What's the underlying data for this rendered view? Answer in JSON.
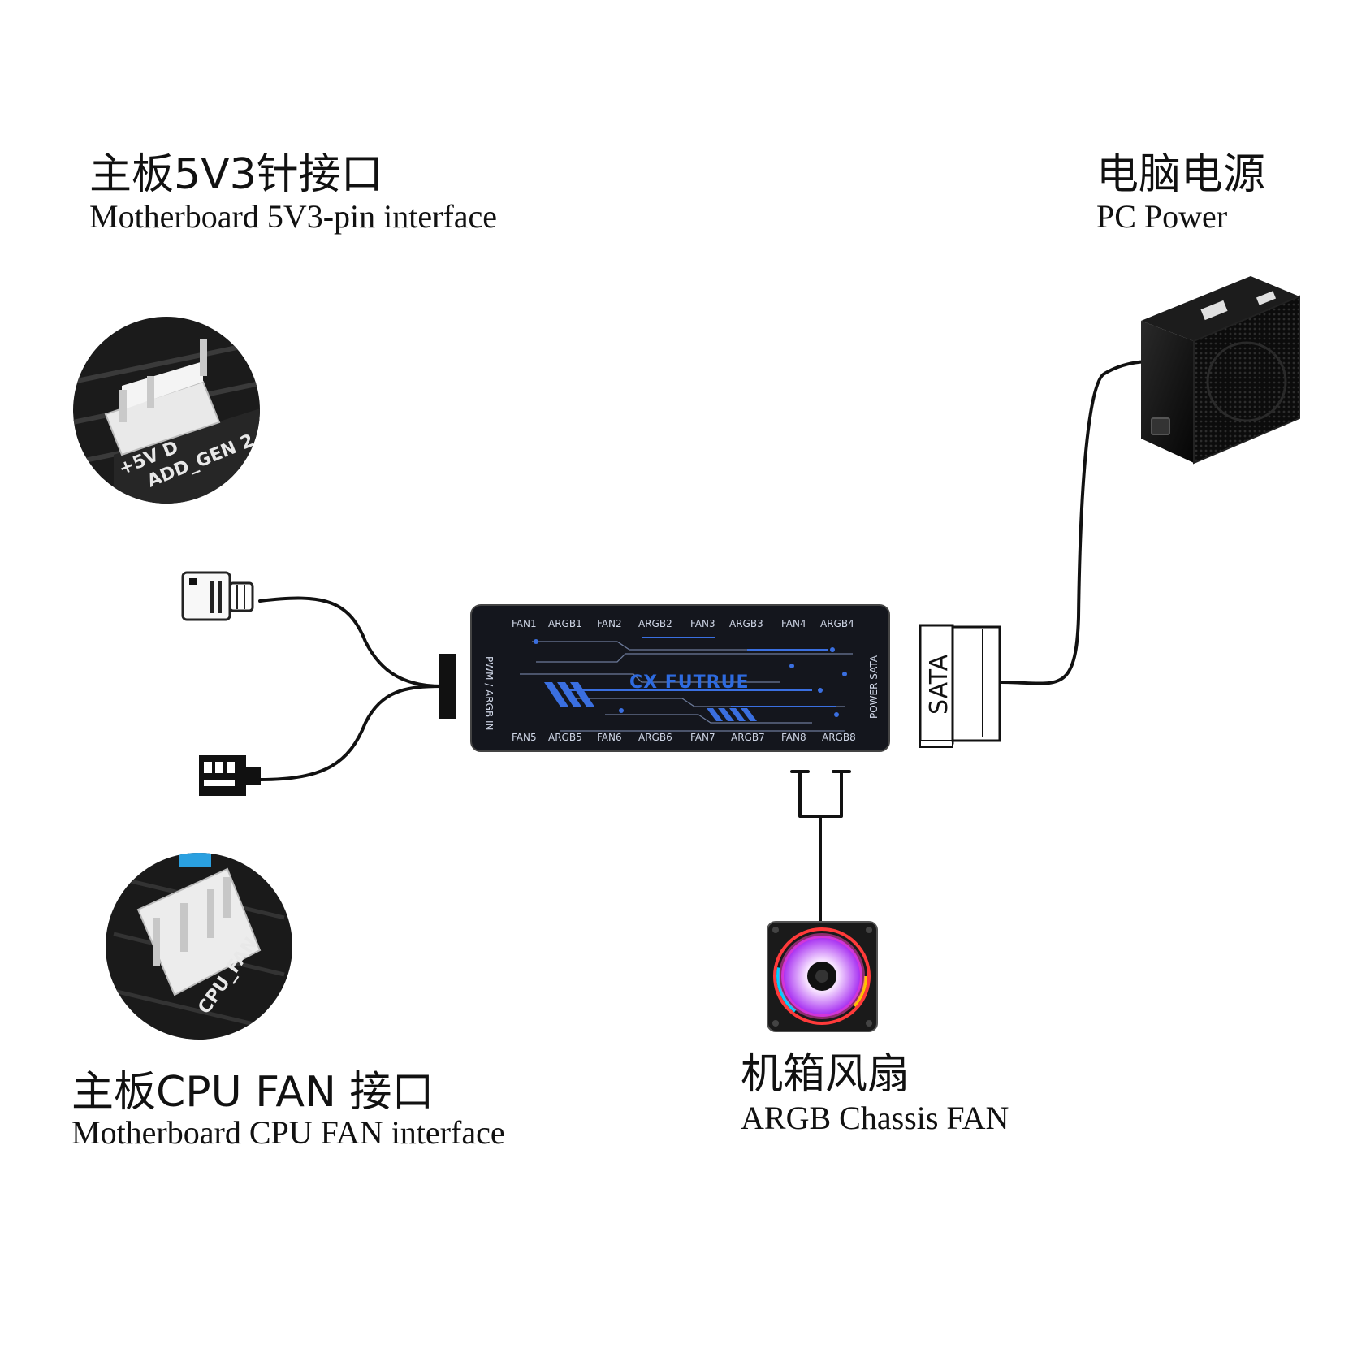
{
  "labels": {
    "mb_3pin_cn": "主板5V3针接口",
    "mb_3pin_en": "Motherboard 5V3-pin interface",
    "pc_power_cn": "电脑电源",
    "pc_power_en": "PC Power",
    "cpu_fan_cn": "主板CPU FAN 接口",
    "cpu_fan_en": "Motherboard CPU FAN interface",
    "chassis_fan_cn": "机箱风扇",
    "chassis_fan_en": "ARGB Chassis FAN"
  },
  "hub": {
    "logo": "CX FUTRUE",
    "left_side_label": "PWM / ARGB IN",
    "right_side_label": "POWER SATA",
    "top_ports": [
      "FAN1",
      "ARGB1",
      "FAN2",
      "ARGB2",
      "FAN3",
      "ARGB3",
      "FAN4",
      "ARGB4"
    ],
    "bottom_ports": [
      "FAN5",
      "ARGB5",
      "FAN6",
      "ARGB6",
      "FAN7",
      "ARGB7",
      "FAN8",
      "ARGB8"
    ]
  },
  "sata_label": "SATA",
  "pcb_3pin": {
    "pin_labels": "+5V  D",
    "header_name": "ADD_GEN 2"
  },
  "pcb_cpu": {
    "header_name": "CPU_FAN"
  },
  "colors": {
    "hub_body": "#14161d",
    "hub_trace_accent": "#3a6fe0",
    "cable": "#111111",
    "background": "#ffffff"
  }
}
